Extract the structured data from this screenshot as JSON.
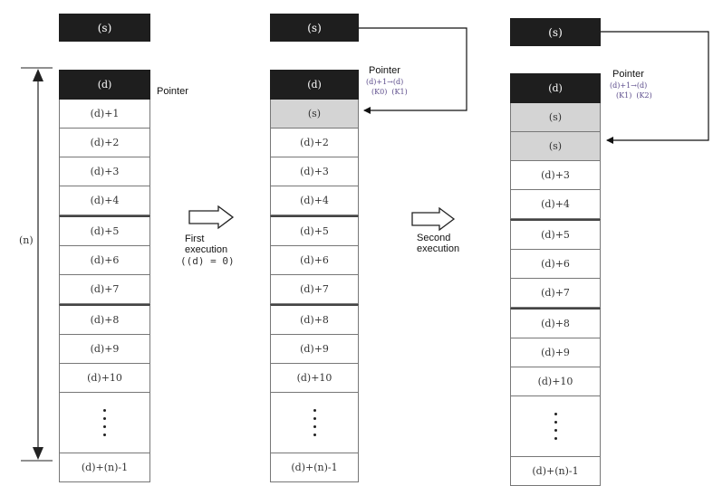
{
  "source_label": "(s)",
  "range_label": "(n)",
  "pointer_label": "Pointer",
  "columns": [
    {
      "cells": [
        "(d)",
        "(d)+1",
        "(d)+2",
        "(d)+3",
        "(d)+4",
        "(d)+5",
        "(d)+6",
        "(d)+7",
        "(d)+8",
        "(d)+9",
        "(d)+10",
        "",
        "(d)+(n)-1"
      ]
    },
    {
      "formula": "(d)+1→(d)",
      "formula_values": "(K0)  (K1)",
      "cells": [
        "(d)",
        "(s)",
        "(d)+2",
        "(d)+3",
        "(d)+4",
        "(d)+5",
        "(d)+6",
        "(d)+7",
        "(d)+8",
        "(d)+9",
        "(d)+10",
        "",
        "(d)+(n)-1"
      ]
    },
    {
      "formula": "(d)+1→(d)",
      "formula_values": "(K1)  (K2)",
      "cells": [
        "(d)",
        "(s)",
        "(s)",
        "(d)+3",
        "(d)+4",
        "(d)+5",
        "(d)+6",
        "(d)+7",
        "(d)+8",
        "(d)+9",
        "(d)+10",
        "",
        "(d)+(n)-1"
      ]
    }
  ],
  "first_execution": {
    "line1": "First",
    "line2": "execution",
    "condition": "((d) = 0)"
  },
  "second_execution": {
    "line1": "Second",
    "line2": "execution"
  }
}
